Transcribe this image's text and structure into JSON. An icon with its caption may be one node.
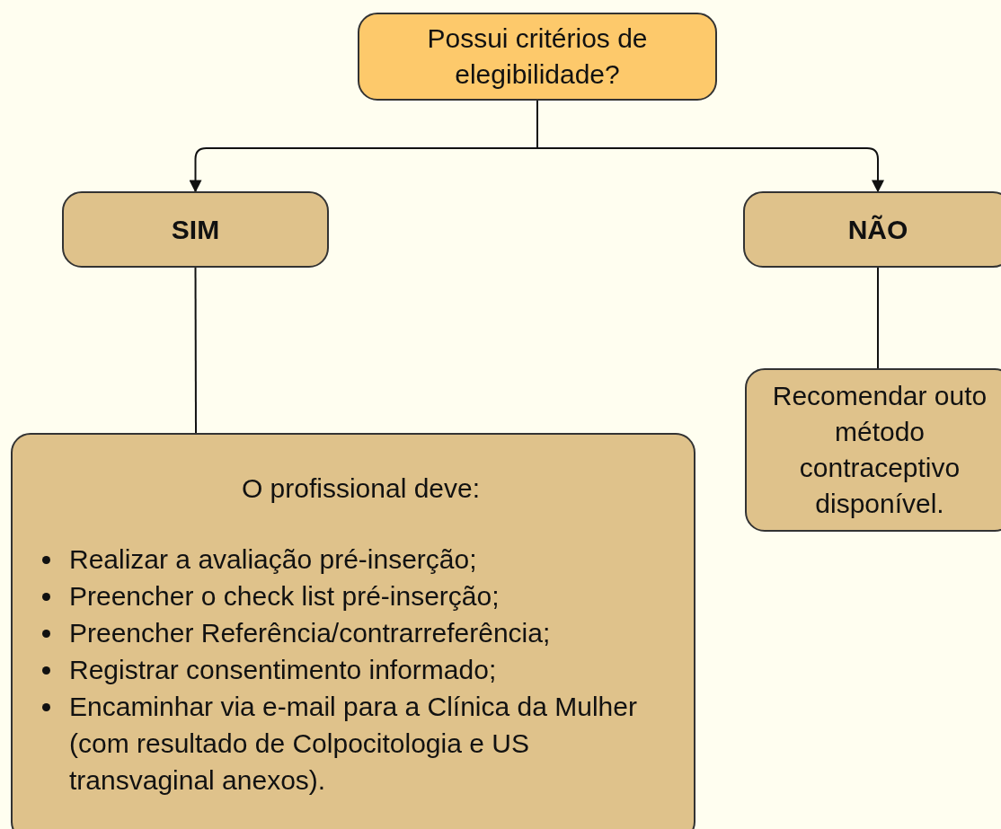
{
  "diagram": {
    "nodes": [
      {
        "text": [
          "Possui critérios de elegibilidade?"
        ]
      },
      {
        "text": [
          "SIM"
        ]
      },
      {
        "text": [
          "NÃO"
        ]
      },
      {
        "text": [
          "O profissional deve:",
          "Realizar a avaliação pré-inserção;",
          "Preencher o check list pré-inserção;",
          "Preencher Referência/contrarreferência;",
          "Registrar consentimento informado;",
          "Encaminhar via e-mail para a Clínica da Mulher (com resultado de Colpocitologia e US transvaginal anexos)."
        ]
      },
      {
        "text": [
          "Recomendar outo método contraceptivo disponível."
        ]
      }
    ],
    "edges": [
      {
        "from": 0,
        "to": 1,
        "arrow": "to"
      },
      {
        "from": 0,
        "to": 2,
        "arrow": "to"
      },
      {
        "from": 1,
        "to": 3,
        "arrow": "none"
      },
      {
        "from": 2,
        "to": 4,
        "arrow": "none"
      }
    ]
  }
}
